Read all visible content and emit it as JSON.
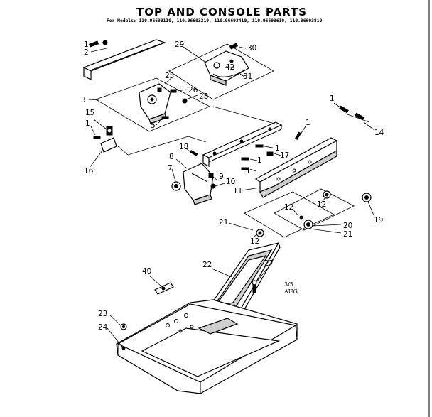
{
  "header": {
    "title": "TOP AND CONSOLE PARTS",
    "models": "For Models: 110.96693110, 110.96693210, 110.96693410, 110.96693610, 110.96693810"
  },
  "callouts": {
    "c1a": "1",
    "c2": "2",
    "c29": "29",
    "c30": "30",
    "c42": "42",
    "c31": "31",
    "c25": "25",
    "c26": "26",
    "c28": "28",
    "c3": "3",
    "c5": "5",
    "c15": "15",
    "c1b": "1",
    "c16": "16",
    "c1c": "1",
    "c14": "14",
    "c1d": "1",
    "c1e": "1",
    "c1f": "1",
    "c17": "17",
    "c18": "18",
    "c8": "8",
    "c7": "7",
    "c9": "9",
    "c10": "10",
    "c11": "11",
    "c12a": "12",
    "c12b": "12",
    "c19": "19",
    "c20": "20",
    "c21a": "21",
    "c21b": "21",
    "c12c": "12",
    "c1g": "1",
    "c40": "40",
    "c22": "22",
    "c27": "27",
    "c23": "23",
    "c24": "24"
  },
  "note": {
    "line1": "3/5",
    "line2": "AUG."
  }
}
